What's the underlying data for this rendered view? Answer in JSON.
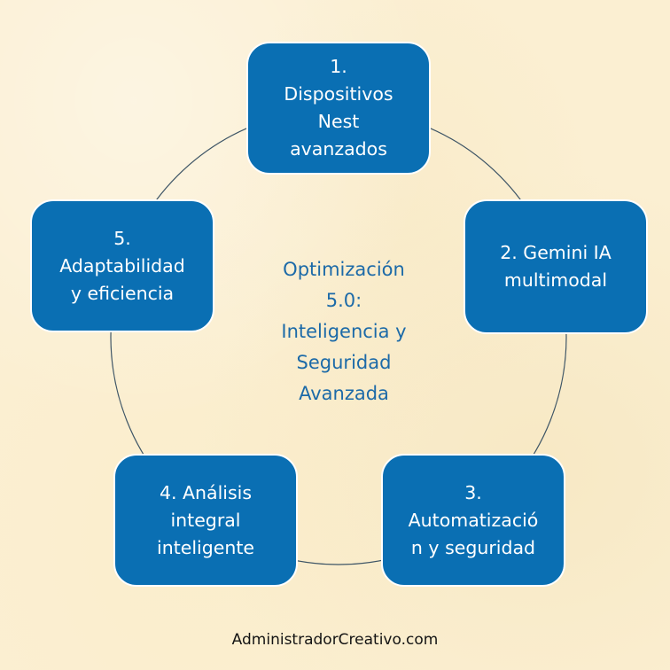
{
  "diagram": {
    "type": "cycle",
    "center_title": "Optimización\n5.0:\nInteligencia y\nSeguridad\nAvanzada",
    "nodes": [
      {
        "label": "1.\nDispositivos\nNest\navanzados"
      },
      {
        "label": "2. Gemini IA\nmultimodal"
      },
      {
        "label": "3.\nAutomatizació\nn y seguridad"
      },
      {
        "label": "4. Análisis\nintegral\ninteligente"
      },
      {
        "label": "5.\nAdaptabilidad\ny eficiencia"
      }
    ],
    "colors": {
      "node_fill": "#0a6fb3",
      "node_text": "#ffffff",
      "center_text": "#1c6aa8",
      "ring_line": "#3e5566",
      "background": "#fbefd2"
    }
  },
  "footer": {
    "credit": "AdministradorCreativo.com"
  }
}
